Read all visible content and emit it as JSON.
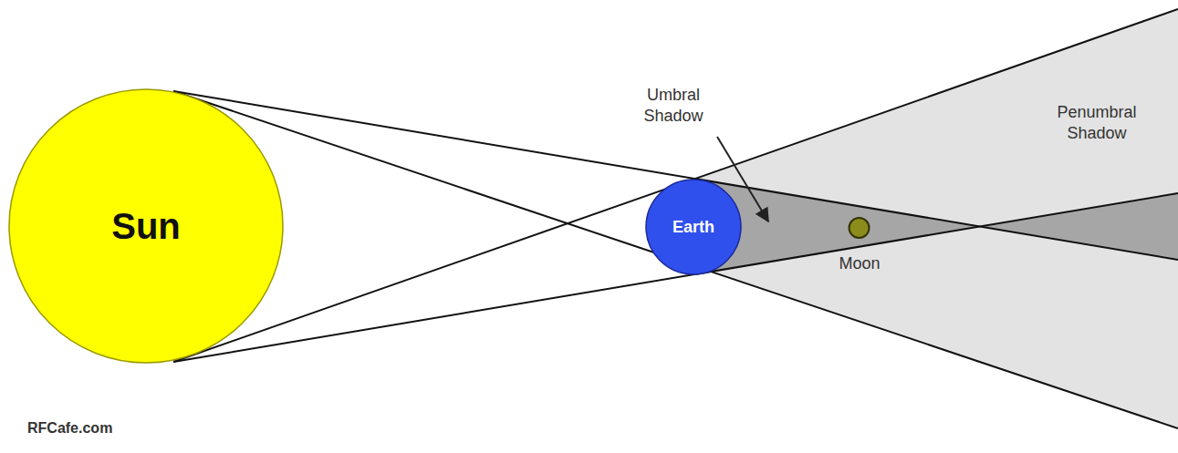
{
  "diagram": {
    "nodes": [
      {
        "text": [
          "Sun"
        ]
      },
      {
        "text": [
          "Earth"
        ]
      },
      {
        "text": [
          "Moon"
        ]
      }
    ],
    "labels": [
      "Umbral Shadow",
      "Penumbral Shadow",
      "RFCafe.com"
    ]
  }
}
